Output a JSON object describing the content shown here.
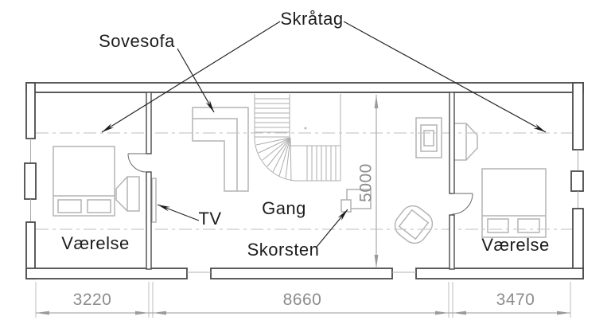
{
  "labels": {
    "skraatag": "Skråtag",
    "sovesofa": "Sovesofa",
    "tv": "TV",
    "gang": "Gang",
    "skorsten": "Skorsten",
    "vaerelse_left": "Værelse",
    "vaerelse_right": "Værelse"
  },
  "dimensions": {
    "left_room_width": "3220",
    "middle_width": "8660",
    "right_room_width": "3470",
    "depth": "5000"
  },
  "colors": {
    "background": "#ffffff",
    "wall_line": "#4a4a4a",
    "furniture_line": "#b4b4b4",
    "stair_line": "#adadad",
    "dashed_roof_line": "#c9c9c9",
    "dimension_line": "#9a9a9a",
    "dimension_text": "#8c8c8c",
    "label_text": "#1d1d1d",
    "leader_line": "#222222"
  }
}
